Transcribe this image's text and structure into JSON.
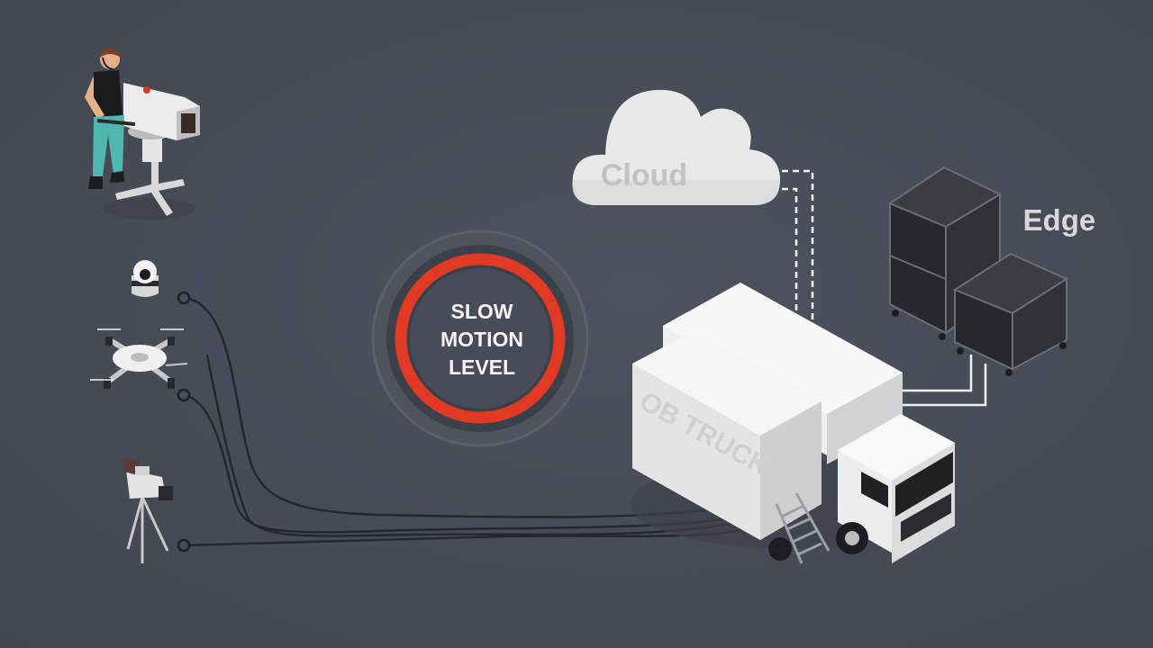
{
  "gauge": {
    "line1": "SLOW",
    "line2": "MOTION",
    "line3": "LEVEL"
  },
  "cloud": {
    "label": "Cloud"
  },
  "edge": {
    "label": "Edge"
  },
  "truck": {
    "label": "OB TRUCK"
  },
  "colors": {
    "background": "#474c58",
    "gauge_ring": "#e03a24",
    "cloud_fill": "#e9e9e9",
    "truck_body": "#ececec",
    "edge_case": "#2f3236",
    "connector_line": "#26282e",
    "link_line": "#f2f2f2"
  },
  "icons": [
    "camera-operator-icon",
    "dome-camera-icon",
    "drone-icon",
    "tripod-camera-icon",
    "cloud-icon",
    "server-rack-icon",
    "ob-truck-icon"
  ]
}
